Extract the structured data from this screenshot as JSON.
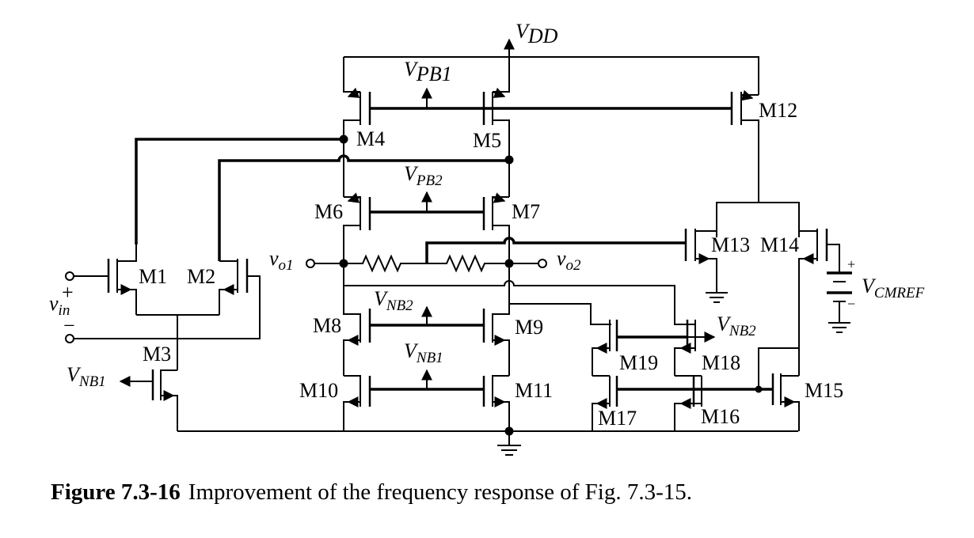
{
  "diagram": {
    "type": "circuit-schematic",
    "transistors": [
      "M1",
      "M2",
      "M3",
      "M4",
      "M5",
      "M6",
      "M7",
      "M8",
      "M9",
      "M10",
      "M11",
      "M12",
      "M13",
      "M14",
      "M15",
      "M16",
      "M17",
      "M18",
      "M19"
    ],
    "nets": {
      "vdd": "V",
      "vdd_sub": "DD",
      "vpb1": "V",
      "vpb1_sub": "PB1",
      "vpb2": "V",
      "vpb2_sub": "PB2",
      "vnb2": "V",
      "vnb2_sub": "NB2",
      "vnb1": "V",
      "vnb1_sub": "NB1",
      "vnb1_left": "V",
      "vnb1_left_sub": "NB1",
      "vnb2_right": "V",
      "vnb2_right_sub": "NB2",
      "vo1": "v",
      "vo1_sub": "o1",
      "vo2": "v",
      "vo2_sub": "o2",
      "vin": "v",
      "vin_sub": "in",
      "vin_plus": "+",
      "vin_minus": "−",
      "vcmref": "V",
      "vcmref_sub": "CMREF",
      "batt_plus": "+",
      "batt_minus": "−"
    }
  },
  "caption": {
    "number": "Figure 7.3-16",
    "text": "Improvement of the frequency response of Fig. 7.3-15."
  }
}
